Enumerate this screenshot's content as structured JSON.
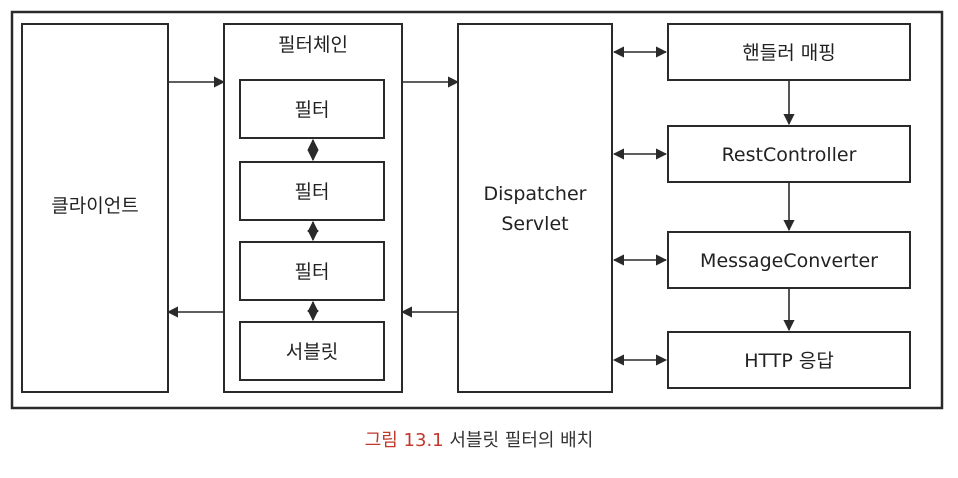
{
  "diagram": {
    "client": "클라이언트",
    "filter_chain": {
      "title": "필터체인",
      "items": [
        "필터",
        "필터",
        "필터",
        "서블릿"
      ]
    },
    "dispatcher": {
      "line1": "Dispatcher",
      "line2": "Servlet"
    },
    "pipeline": [
      "핸들러 매핑",
      "RestController",
      "MessageConverter",
      "HTTP 응답"
    ]
  },
  "caption": {
    "number": "그림 13.1",
    "text": "서블릿 필터의 배치"
  },
  "colors": {
    "line": "#2a2a2a",
    "caption_accent": "#c0392b"
  }
}
